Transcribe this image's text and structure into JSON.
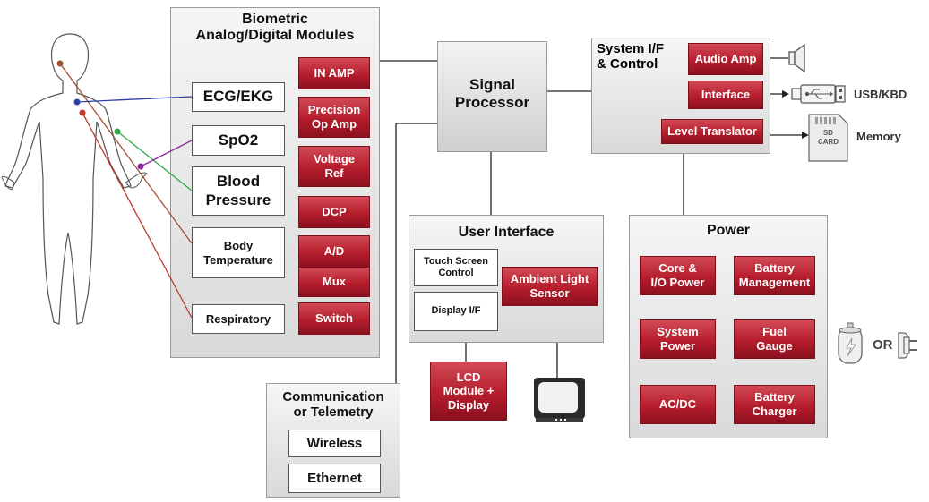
{
  "biometric": {
    "title": "Biometric\nAnalog/Digital Modules",
    "sensors": [
      "ECG/EKG",
      "SpO2",
      "Blood\nPressure",
      "Body\nTemperature",
      "Respiratory"
    ],
    "modules": [
      "IN AMP",
      "Precision\nOp Amp",
      "Voltage\nRef",
      "DCP",
      "A/D",
      "Mux",
      "Switch"
    ]
  },
  "signal_processor": {
    "title": "Signal\nProcessor"
  },
  "system_if": {
    "title": "System I/F\n& Control",
    "modules": [
      "Audio Amp",
      "Interface",
      "Level Translator"
    ],
    "usb_label": "USB/KBD",
    "memory_label": "Memory",
    "sd_card_text": "SD\nCARD"
  },
  "user_interface": {
    "title": "User Interface",
    "items": [
      "Touch Screen\nControl",
      "Display I/F"
    ],
    "ambient": "Ambient Light\nSensor",
    "lcd": "LCD\nModule +\nDisplay"
  },
  "power": {
    "title": "Power",
    "modules": [
      "Core  &\nI/O Power",
      "Battery\nManagement",
      "System\nPower",
      "Fuel\nGauge",
      "AC/DC",
      "Battery\nCharger"
    ],
    "or_label": "OR"
  },
  "communication": {
    "title": "Communication\nor Telemetry",
    "items": [
      "Wireless",
      "Ethernet"
    ]
  },
  "colors": {
    "module_red": "#b51d2c",
    "sensor_brown": "#a0522d",
    "sensor_blue": "#2b3ea8",
    "sensor_red": "#c0392b",
    "sensor_green": "#2eaa4a",
    "sensor_purple": "#8e2a9e"
  }
}
